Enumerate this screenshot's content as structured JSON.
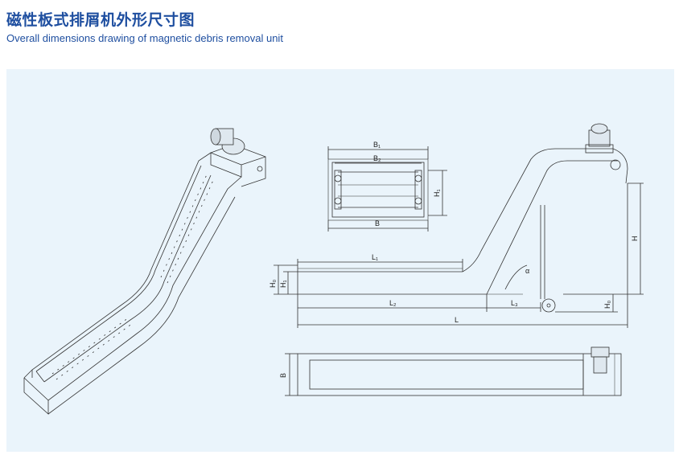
{
  "header": {
    "title_cn": "磁性板式排屑机外形尺寸图",
    "title_en": "Overall dimensions drawing of magnetic debris removal unit"
  },
  "colors": {
    "title": "#1f4fa0",
    "panel_bg": "#eaf4fb",
    "line": "#333333"
  },
  "labels": {
    "B1": "B₁",
    "B2": "B₂",
    "B_top": "B",
    "H1_top": "H₁",
    "L1": "L₁",
    "L2": "L₂",
    "L3": "L₃",
    "L": "L",
    "H": "H",
    "H0_left": "H₀",
    "H1_left": "H₁",
    "H0_right": "H₀",
    "alpha": "α",
    "B_bottom": "B"
  }
}
